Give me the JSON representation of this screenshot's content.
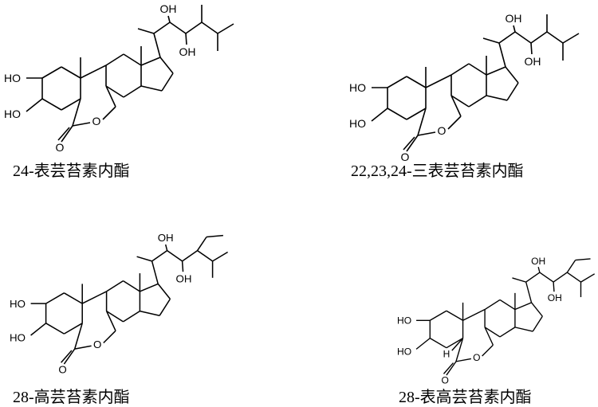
{
  "compounds": [
    {
      "name": "24-表芸苔素内酯",
      "atoms": {
        "ho_top": "HO",
        "ho_bottom": "HO",
        "carbonyl_o": "O",
        "ring_o": "O",
        "oh_22": "OH",
        "oh_23": "OH"
      },
      "side_chain": "methyl"
    },
    {
      "name": "22,23,24-三表芸苔素内酯",
      "atoms": {
        "ho_top": "HO",
        "ho_bottom": "HO",
        "carbonyl_o": "O",
        "ring_o": "O",
        "oh_22": "OH",
        "oh_23": "OH"
      },
      "side_chain": "methyl"
    },
    {
      "name": "28-高芸苔素内酯",
      "atoms": {
        "ho_top": "HO",
        "ho_bottom": "HO",
        "carbonyl_o": "O",
        "ring_o": "O",
        "oh_22": "OH",
        "oh_23": "OH"
      },
      "side_chain": "ethyl"
    },
    {
      "name": "28-表高芸苔素内酯",
      "atoms": {
        "ho_top": "HO",
        "ho_bottom": "HO",
        "carbonyl_o": "O",
        "ring_o": "O",
        "oh_22": "OH",
        "oh_23": "OH",
        "h_5": "H"
      },
      "side_chain": "ethyl"
    }
  ]
}
